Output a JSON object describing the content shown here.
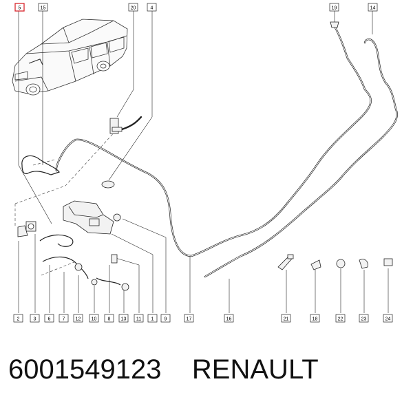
{
  "callouts": [
    {
      "id": "c5",
      "label": "5",
      "highlight": true
    },
    {
      "id": "c15",
      "label": "15"
    },
    {
      "id": "c20",
      "label": "20"
    },
    {
      "id": "c4",
      "label": "4"
    },
    {
      "id": "c19",
      "label": "19"
    },
    {
      "id": "c14",
      "label": "14"
    },
    {
      "id": "c2",
      "label": "2"
    },
    {
      "id": "c3",
      "label": "3"
    },
    {
      "id": "c6",
      "label": "6"
    },
    {
      "id": "c7",
      "label": "7"
    },
    {
      "id": "c12",
      "label": "12"
    },
    {
      "id": "c10",
      "label": "10"
    },
    {
      "id": "c8",
      "label": "8"
    },
    {
      "id": "c13",
      "label": "13"
    },
    {
      "id": "c11",
      "label": "11"
    },
    {
      "id": "c1",
      "label": "1"
    },
    {
      "id": "c9",
      "label": "9"
    },
    {
      "id": "c17",
      "label": "17"
    },
    {
      "id": "c16",
      "label": "16"
    },
    {
      "id": "c21",
      "label": "21"
    },
    {
      "id": "c18",
      "label": "18"
    },
    {
      "id": "c22",
      "label": "22"
    },
    {
      "id": "c23",
      "label": "23"
    },
    {
      "id": "c24",
      "label": "24"
    }
  ],
  "footer": {
    "part_number": "6001549123",
    "brand": "RENAULT"
  },
  "colors": {
    "line": "#222222",
    "highlight": "#d9262c",
    "part_fill": "#f2f2f2"
  }
}
